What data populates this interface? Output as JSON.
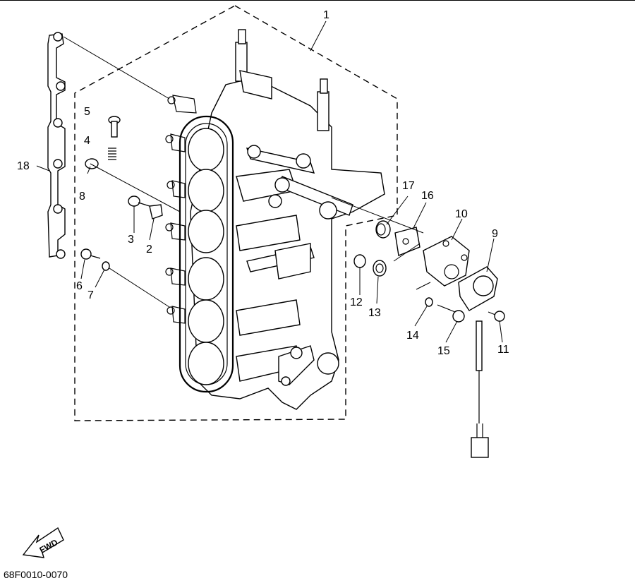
{
  "diagram": {
    "callouts": {
      "c1": "1",
      "c2": "2",
      "c3": "3",
      "c4": "4",
      "c5": "5",
      "c6": "6",
      "c7": "7",
      "c8": "8",
      "c9": "9",
      "c10": "10",
      "c11": "11",
      "c12": "12",
      "c13": "13",
      "c14": "14",
      "c15": "15",
      "c16": "16",
      "c17": "17",
      "c18": "18"
    },
    "fwd_label": "FWD",
    "drawing_code": "68F0010-0070"
  }
}
